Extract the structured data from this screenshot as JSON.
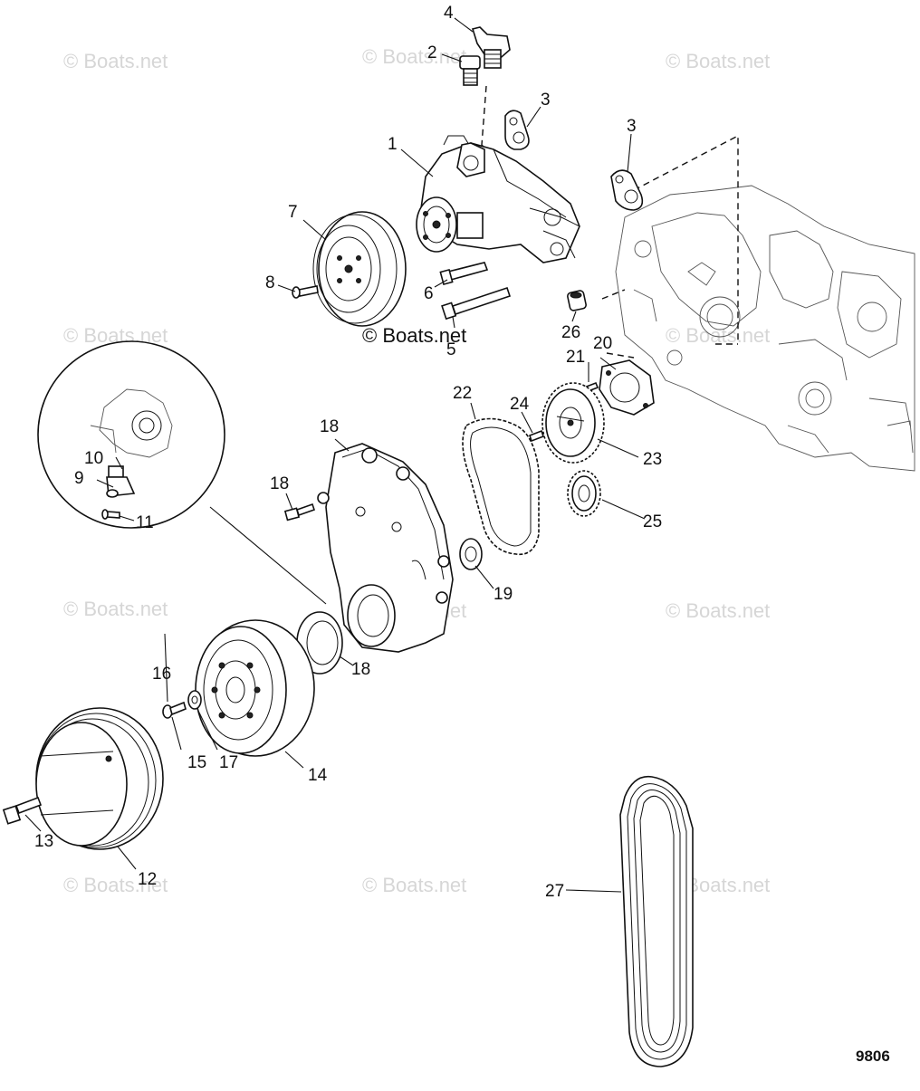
{
  "watermark": "© Boats.net",
  "figure_number": "9806",
  "callouts": {
    "c1": "1",
    "c2": "2",
    "c3a": "3",
    "c3b": "3",
    "c4": "4",
    "c5": "5",
    "c6": "6",
    "c7": "7",
    "c8": "8",
    "c9": "9",
    "c10": "10",
    "c11": "11",
    "c12": "12",
    "c13": "13",
    "c14": "14",
    "c15": "15",
    "c16": "16",
    "c17": "17",
    "c18a": "18",
    "c18b": "18",
    "c18c": "18",
    "c19": "19",
    "c20": "20",
    "c21": "21",
    "c22": "22",
    "c23": "23",
    "c24": "24",
    "c25": "25",
    "c26": "26",
    "c27": "27"
  }
}
